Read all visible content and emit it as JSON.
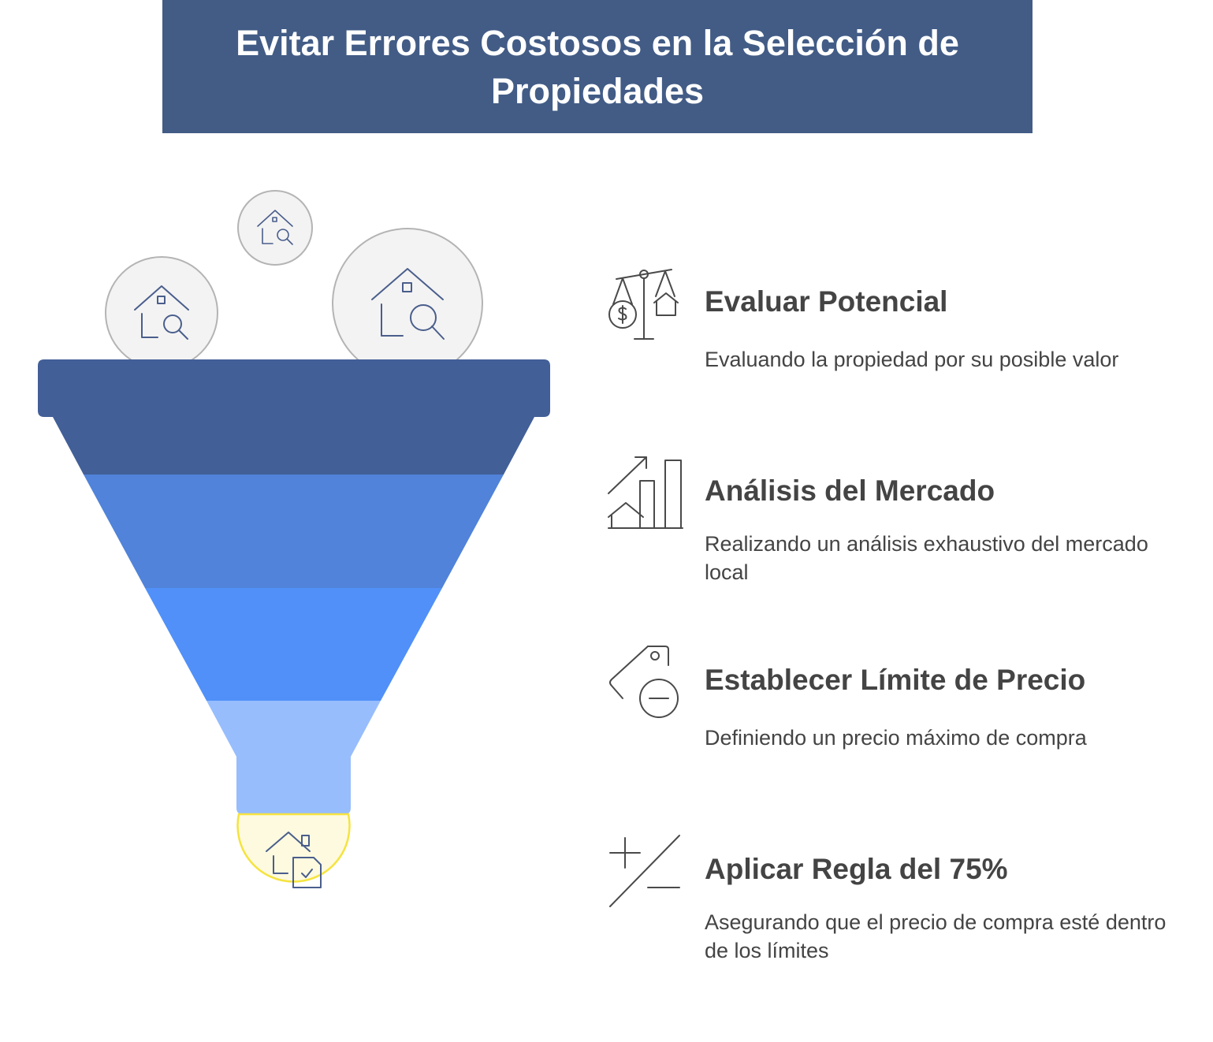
{
  "title": "Evitar Errores Costosos en la Selección de Propiedades",
  "colors": {
    "banner": "#425c86",
    "funnel_layers": [
      "#425f97",
      "#5083d9",
      "#5090f8",
      "#97bdfd"
    ],
    "bubble_fill": "#f3f3f3",
    "bubble_stroke": "#b4b4b4",
    "output_fill": "#fdfadf",
    "output_stroke": "#f5e340",
    "icon_stroke": "#4a5e8c",
    "text": "#444444"
  },
  "funnel": {
    "input_icons": [
      "house-search-icon",
      "house-search-icon",
      "house-search-icon"
    ],
    "output_icon": "house-document-check-icon"
  },
  "steps": [
    {
      "icon": "scale-dollar-house-icon",
      "title": "Evaluar Potencial",
      "description": "Evaluando la propiedad por su posible valor"
    },
    {
      "icon": "market-growth-chart-icon",
      "title": "Análisis del Mercado",
      "description": "Realizando un análisis exhaustivo del mercado local"
    },
    {
      "icon": "price-tag-minus-icon",
      "title": "Establecer Límite de Precio",
      "description": "Definiendo un precio máximo de compra"
    },
    {
      "icon": "plus-minus-icon",
      "title": "Aplicar Regla del 75%",
      "description": "Asegurando que el precio de compra esté dentro de los límites"
    }
  ]
}
